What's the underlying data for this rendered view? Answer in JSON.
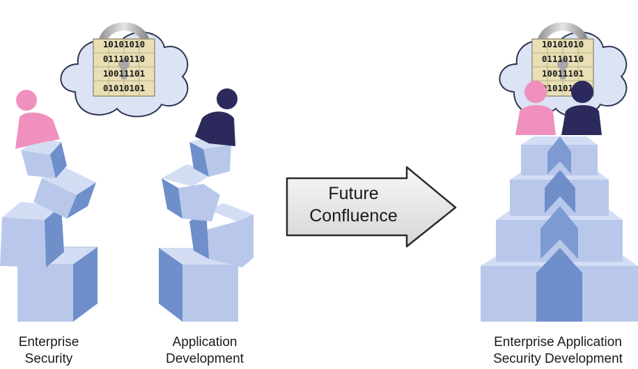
{
  "left_group": {
    "caption_line1": "Enterprise",
    "caption_line2": "Security",
    "person_color": "#f090bf"
  },
  "middle_group": {
    "caption_line1": "Application",
    "caption_line2": "Development",
    "person_color": "#2c2a5c"
  },
  "arrow": {
    "line1": "Future",
    "line2": "Confluence"
  },
  "right_group": {
    "caption_line1": "Enterprise Application",
    "caption_line2": "Security Development"
  },
  "cloud_left": {
    "binary": [
      "10101010",
      "01110110",
      "10011101",
      "01010101"
    ]
  },
  "cloud_right": {
    "binary": [
      "10101010",
      "01110110",
      "10011101",
      "01010101"
    ]
  },
  "colors": {
    "cube_front": "#b9c8ea",
    "cube_top": "#d3def5",
    "cube_side": "#6f8fcb",
    "cloud_fill": "#dbe3f5",
    "lock_panel": "#e8dfb4",
    "arrow_fill": "#e8e8e8"
  }
}
